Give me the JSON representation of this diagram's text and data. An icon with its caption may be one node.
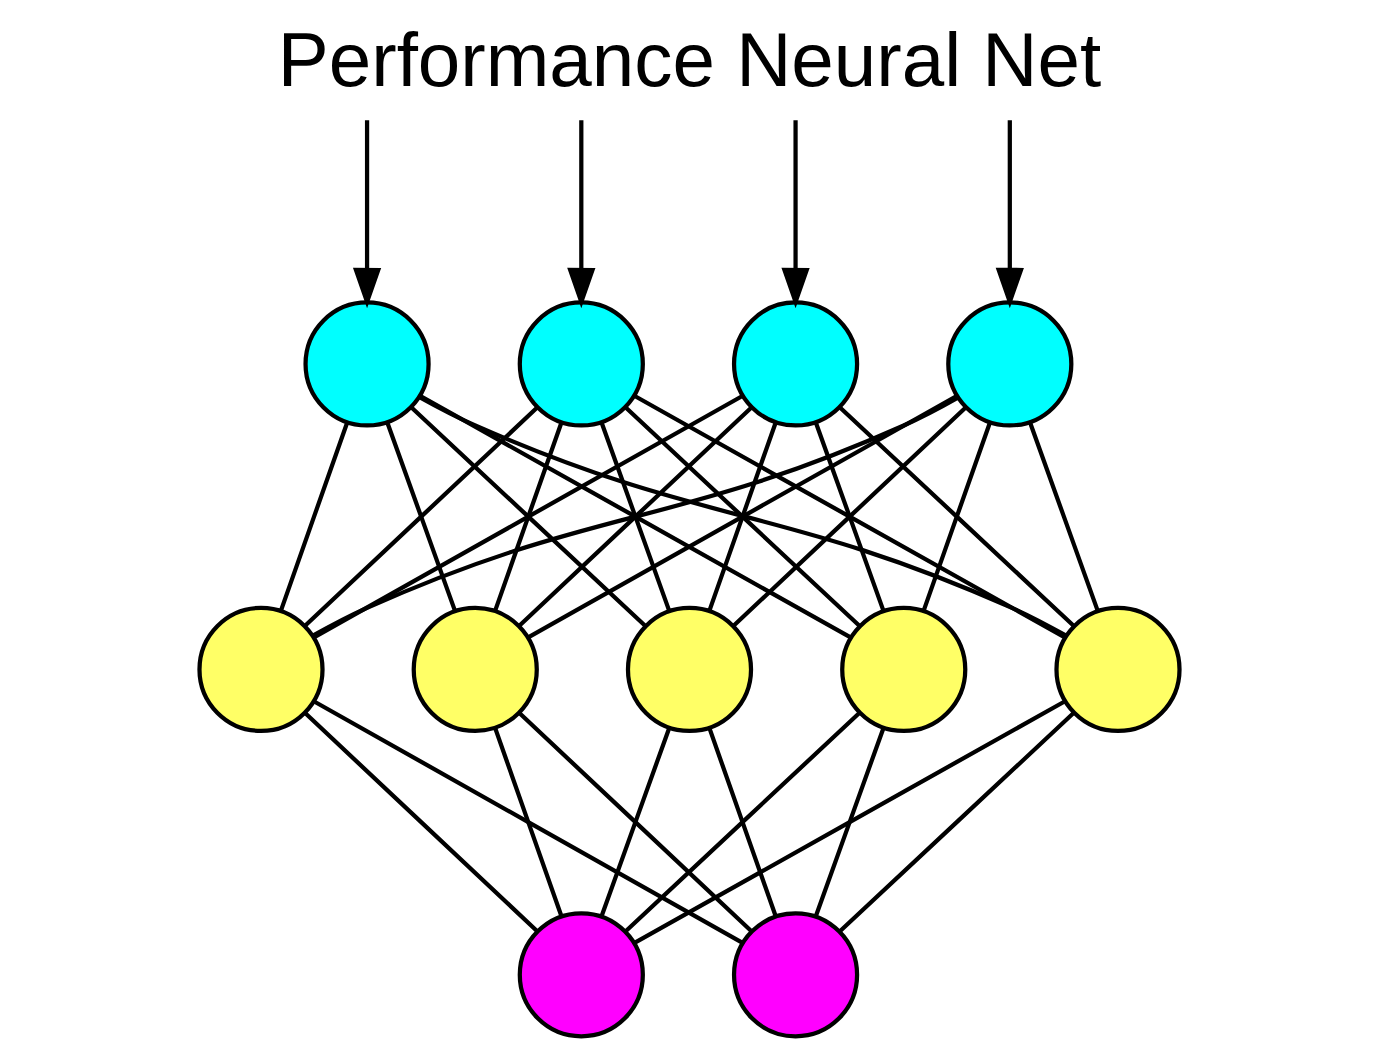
{
  "diagram": {
    "title": "Performance Neural Net",
    "nodes": [
      {
        "text": [],
        "shape": "circle"
      },
      {
        "text": [],
        "shape": "circle"
      },
      {
        "text": [],
        "shape": "circle"
      },
      {
        "text": [],
        "shape": "circle"
      },
      {
        "text": [],
        "shape": "circle"
      },
      {
        "text": [],
        "shape": "circle"
      },
      {
        "text": [],
        "shape": "circle"
      },
      {
        "text": [],
        "shape": "circle"
      },
      {
        "text": [],
        "shape": "circle"
      },
      {
        "text": [],
        "shape": "circle"
      },
      {
        "text": [],
        "shape": "circle"
      }
    ],
    "edges": [
      {
        "from": null,
        "to": 0,
        "arrow": "to"
      },
      {
        "from": null,
        "to": 1,
        "arrow": "to"
      },
      {
        "from": null,
        "to": 2,
        "arrow": "to"
      },
      {
        "from": null,
        "to": 3,
        "arrow": "to"
      },
      {
        "from": 0,
        "to": 4,
        "arrow": "none"
      },
      {
        "from": 0,
        "to": 5,
        "arrow": "none"
      },
      {
        "from": 0,
        "to": 6,
        "arrow": "none"
      },
      {
        "from": 0,
        "to": 7,
        "arrow": "none"
      },
      {
        "from": 0,
        "to": 8,
        "arrow": "none"
      },
      {
        "from": 1,
        "to": 4,
        "arrow": "none"
      },
      {
        "from": 1,
        "to": 5,
        "arrow": "none"
      },
      {
        "from": 1,
        "to": 6,
        "arrow": "none"
      },
      {
        "from": 1,
        "to": 7,
        "arrow": "none"
      },
      {
        "from": 1,
        "to": 8,
        "arrow": "none"
      },
      {
        "from": 2,
        "to": 4,
        "arrow": "none"
      },
      {
        "from": 2,
        "to": 5,
        "arrow": "none"
      },
      {
        "from": 2,
        "to": 6,
        "arrow": "none"
      },
      {
        "from": 2,
        "to": 7,
        "arrow": "none"
      },
      {
        "from": 2,
        "to": 8,
        "arrow": "none"
      },
      {
        "from": 3,
        "to": 4,
        "arrow": "none"
      },
      {
        "from": 3,
        "to": 5,
        "arrow": "none"
      },
      {
        "from": 3,
        "to": 6,
        "arrow": "none"
      },
      {
        "from": 3,
        "to": 7,
        "arrow": "none"
      },
      {
        "from": 3,
        "to": 8,
        "arrow": "none"
      },
      {
        "from": 4,
        "to": 9,
        "arrow": "none"
      },
      {
        "from": 4,
        "to": 10,
        "arrow": "none"
      },
      {
        "from": 5,
        "to": 9,
        "arrow": "none"
      },
      {
        "from": 5,
        "to": 10,
        "arrow": "none"
      },
      {
        "from": 6,
        "to": 9,
        "arrow": "none"
      },
      {
        "from": 6,
        "to": 10,
        "arrow": "none"
      },
      {
        "from": 7,
        "to": 9,
        "arrow": "none"
      },
      {
        "from": 7,
        "to": 10,
        "arrow": "none"
      },
      {
        "from": 8,
        "to": 9,
        "arrow": "none"
      },
      {
        "from": 8,
        "to": 10,
        "arrow": "none"
      }
    ]
  }
}
